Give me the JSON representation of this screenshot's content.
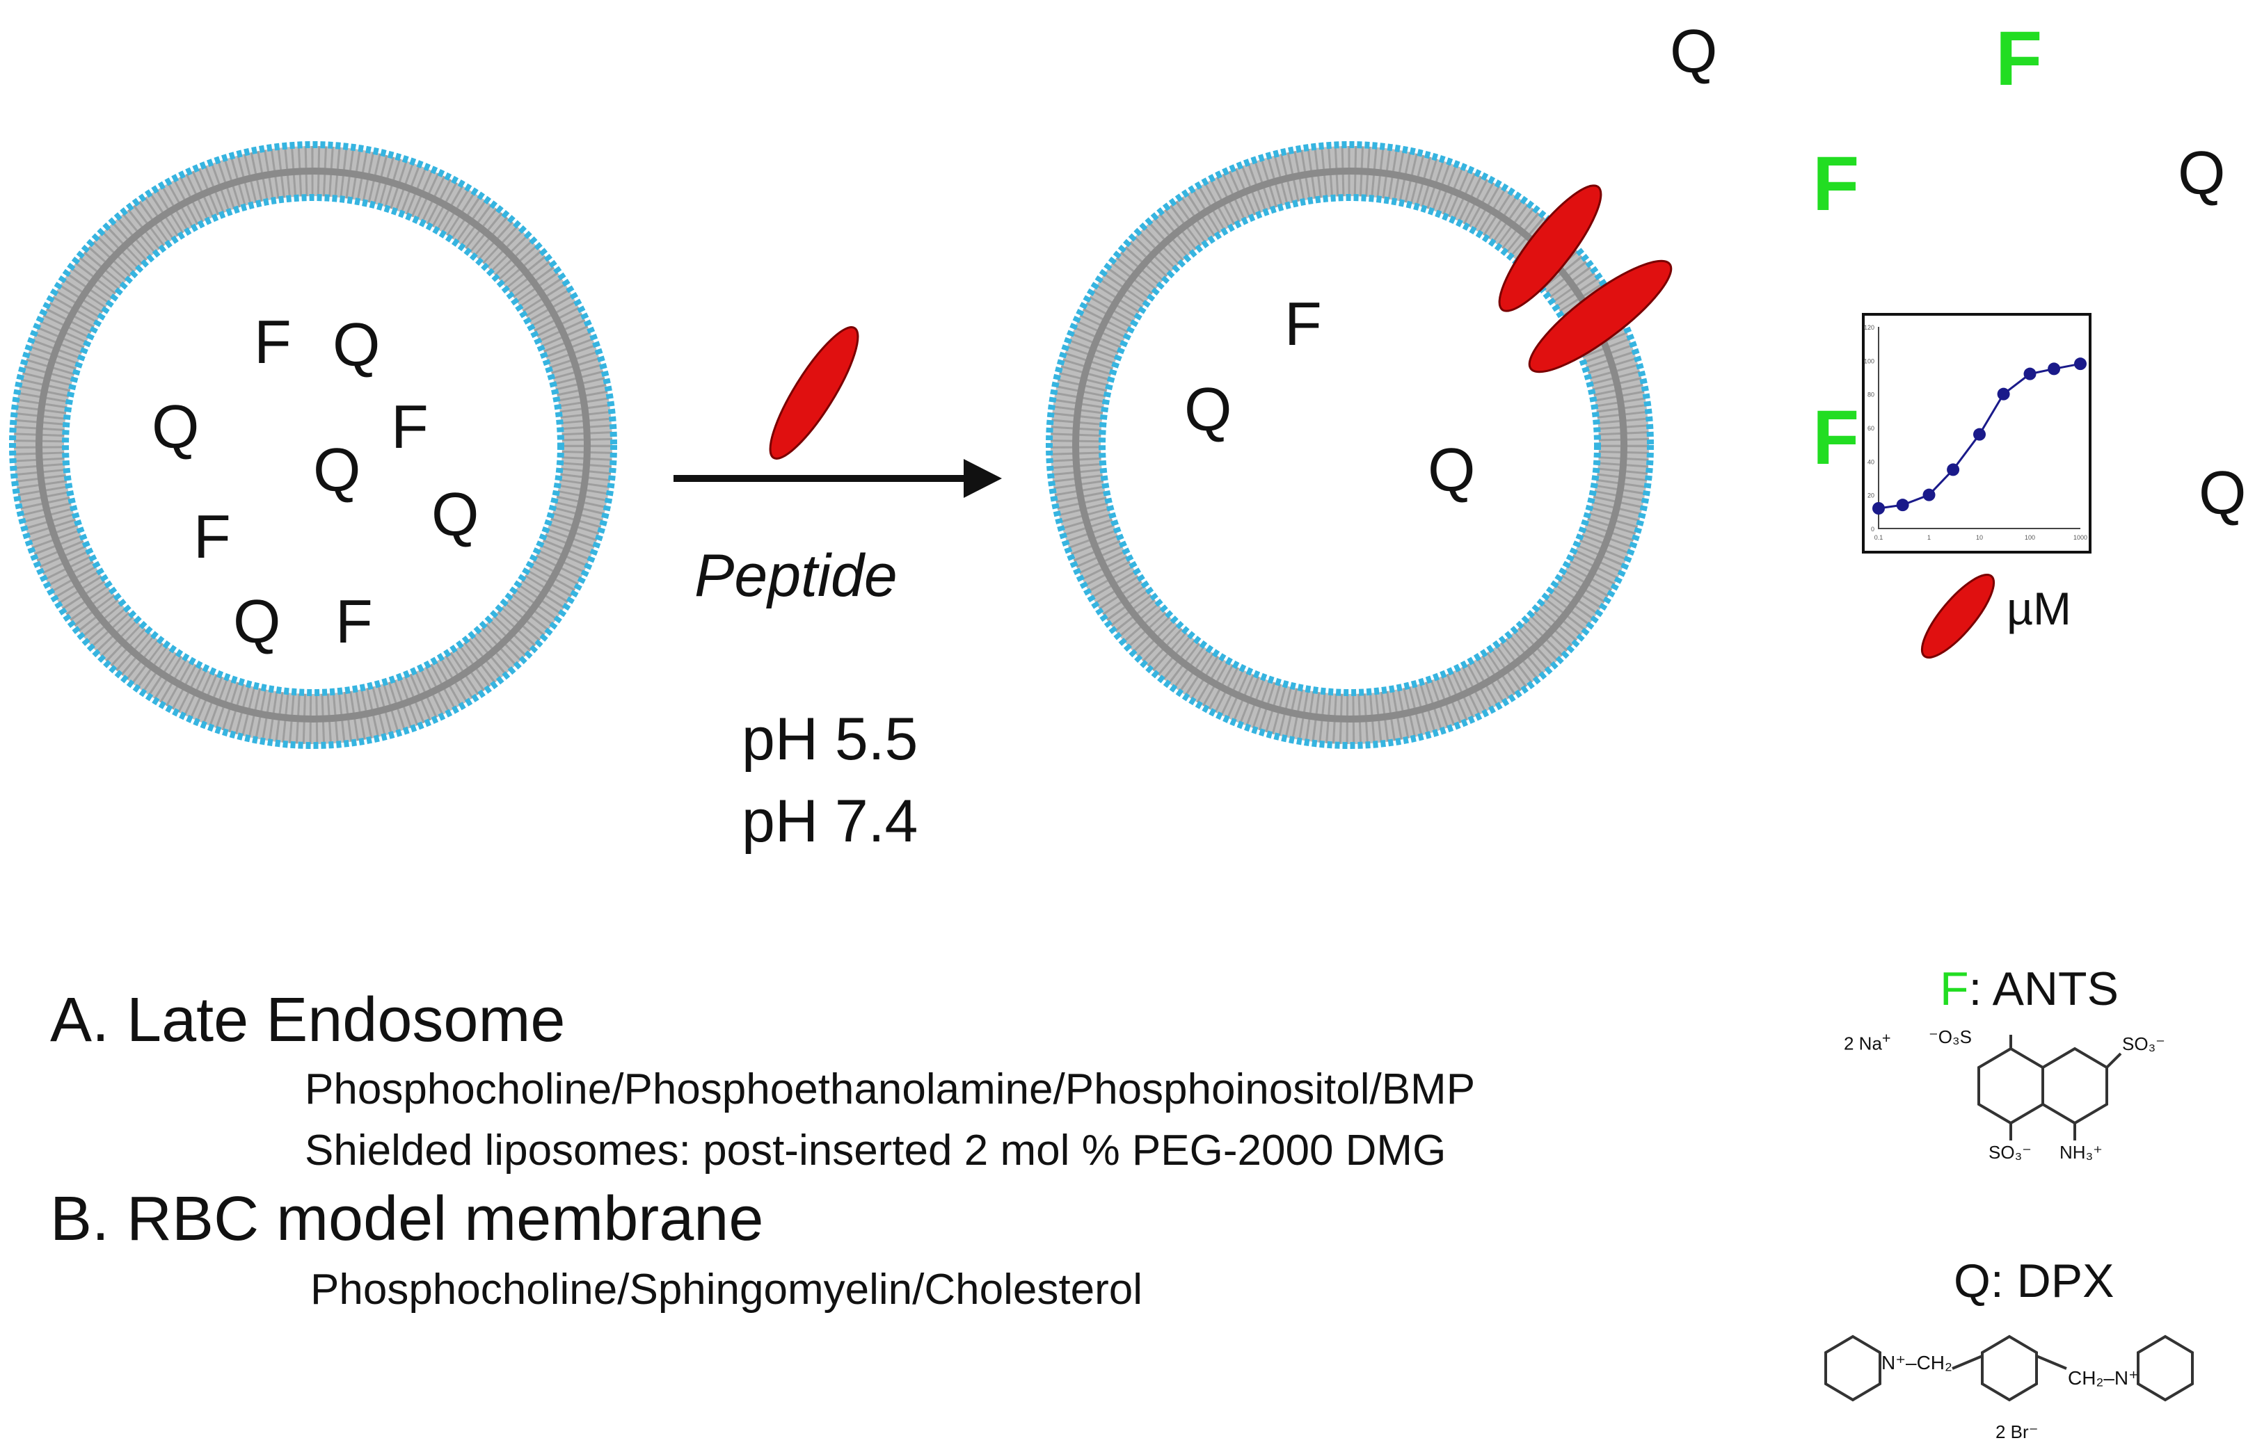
{
  "colors": {
    "membrane_head": "#36b4e0",
    "membrane_body": "#bdbdbd",
    "peptide": "#e01010",
    "fluor": "#22dd22",
    "plot_points": "#1a1a8a"
  },
  "left_liposome_contents": [
    "F",
    "Q",
    "Q",
    "F",
    "Q",
    "Q",
    "F",
    "Q",
    "F"
  ],
  "right_liposome_contents": [
    "F",
    "Q",
    "Q"
  ],
  "released_outside": [
    "Q",
    "F",
    "F",
    "Q",
    "F",
    "Q"
  ],
  "arrow": {
    "label": "Peptide"
  },
  "ph_conditions": [
    "pH 5.5",
    "pH 7.4"
  ],
  "inset": {
    "unit_label": "µM"
  },
  "inset_chart": {
    "type": "line",
    "x": [
      0.1,
      0.3,
      1,
      3,
      10,
      30,
      100,
      300,
      1000
    ],
    "y": [
      12,
      14,
      20,
      35,
      56,
      80,
      92,
      95,
      98
    ],
    "xscale": "log",
    "xlim": [
      0.1,
      1000
    ],
    "ylim": [
      0,
      120
    ],
    "xticks": [
      "0.1",
      "1",
      "10",
      "100",
      "1000"
    ],
    "yticks": [
      "0",
      "20",
      "40",
      "60",
      "80",
      "100",
      "120"
    ]
  },
  "membranes": {
    "a_title": "A. Late Endosome",
    "a_line1": "Phosphocholine/Phosphoethanolamine/Phosphoinositol/BMP",
    "a_line2": "Shielded liposomes: post-inserted 2 mol % PEG-2000 DMG",
    "b_title": "B. RBC model membrane",
    "b_line1": "Phosphocholine/Sphingomyelin/Cholesterol"
  },
  "ants": {
    "letter": "F",
    "title_rest": ": ANTS",
    "counterion": "2 Na",
    "counterion_charge": "+",
    "so3_a": "O",
    "so3_b": "S",
    "so3_c": "SO",
    "nh3": "NH"
  },
  "dpx": {
    "title": "Q: DPX",
    "ch2": "CH",
    "counterion": "2 Br"
  }
}
